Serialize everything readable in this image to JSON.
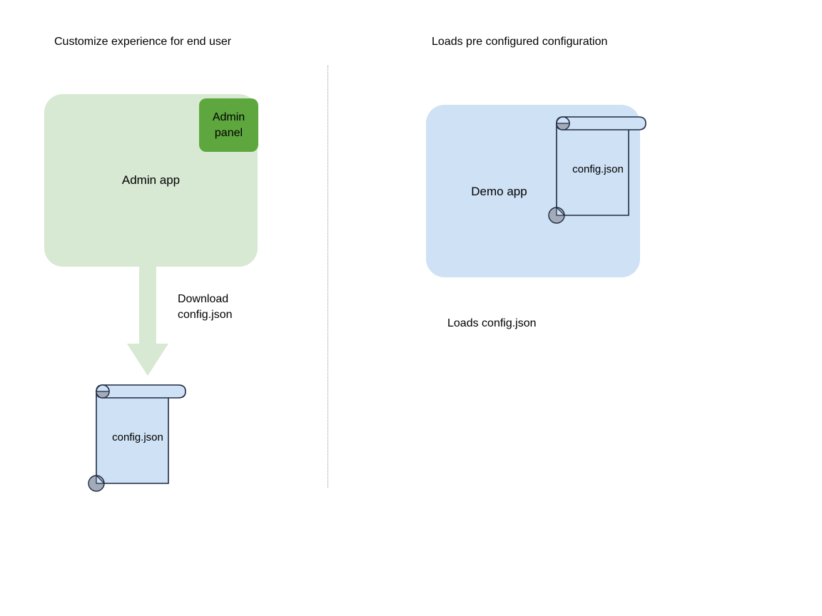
{
  "diagram": {
    "background_color": "#ffffff",
    "divider": {
      "name": "vertical-dotted-divider",
      "color": "#9a9a9a",
      "style": "dotted"
    },
    "left_column": {
      "heading": "Customize experience for end user",
      "app_box": {
        "label": "Admin app",
        "fill": "#d7e8d3"
      },
      "panel_box": {
        "label": "Admin\npanel",
        "fill": "#5ea73e"
      },
      "arrow": {
        "label": "Download\nconfig.json",
        "fill": "#d7e8d3",
        "direction": "down"
      },
      "document": {
        "label": "config.json",
        "fill": "#cfe1f4",
        "stroke": "#1f2a44",
        "curl_fill": "#a3abb8"
      }
    },
    "right_column": {
      "heading": "Loads pre configured configuration",
      "app_box": {
        "label": "Demo app",
        "fill": "#cfe1f4"
      },
      "document": {
        "label": "config.json",
        "fill": "#cfe1f4",
        "stroke": "#1f2a44",
        "curl_fill": "#a3abb8"
      },
      "caption": "Loads config.json"
    }
  }
}
